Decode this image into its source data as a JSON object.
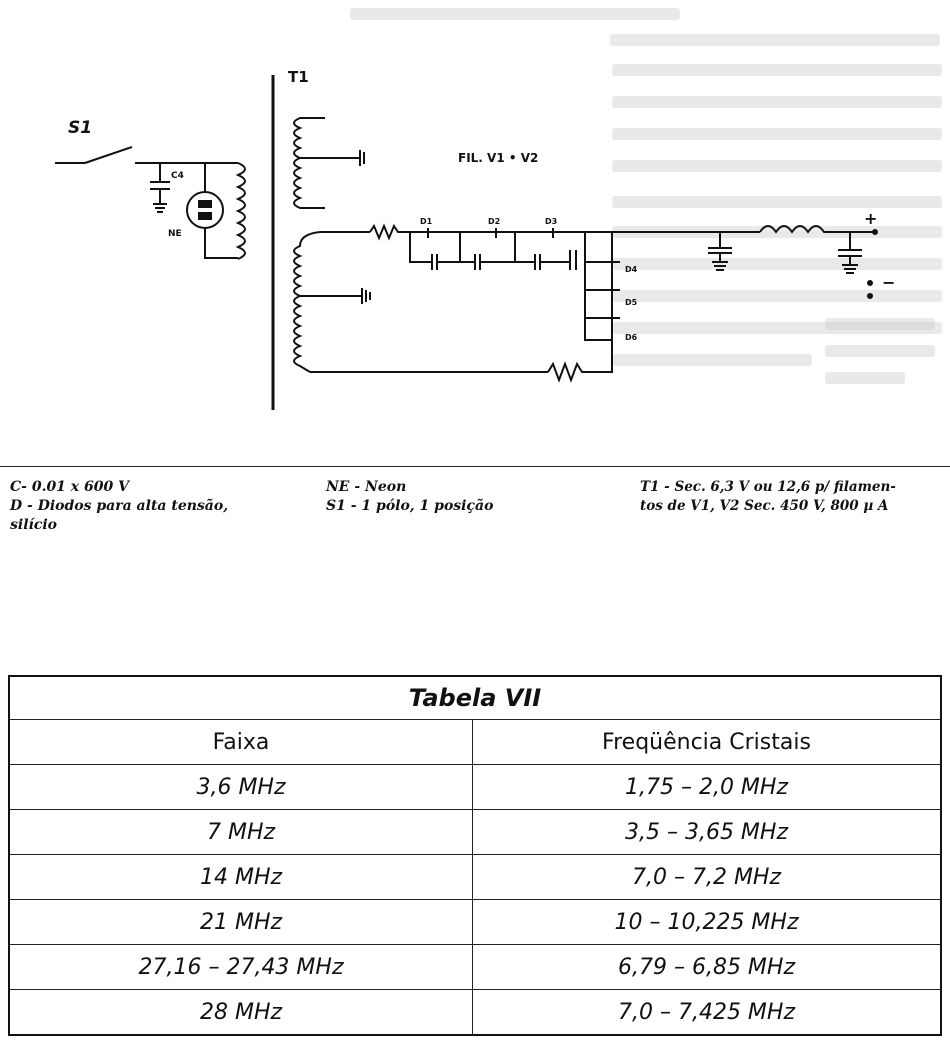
{
  "schematic": {
    "labels": {
      "s1": "S1",
      "t1": "T1",
      "fil": "FIL. V1 • V2",
      "c4": "C4",
      "ne": "NE",
      "d1": "D1",
      "d2": "D2",
      "d3": "D3",
      "d4a": "D4",
      "d5": "D5",
      "d6": "D6",
      "plus": "+",
      "minus": "−"
    }
  },
  "legend": {
    "c": "C- 0.01 x 600 V",
    "d_line1": "D - Diodos para alta tensão,",
    "d_line2": "silício",
    "ne": "NE - Neon",
    "s1": "S1 - 1 pólo, 1 posição",
    "t1_line1": "T1 - Sec. 6,3 V ou 12,6 p/ filamen-",
    "t1_line2": "tos de V1, V2 Sec. 450 V, 800 µ A"
  },
  "table": {
    "title": "Tabela VII",
    "headers": [
      "Faixa",
      "Freqüência Cristais"
    ],
    "rows": [
      [
        "3,6 MHz",
        "1,75 – 2,0 MHz"
      ],
      [
        "7 MHz",
        "3,5 – 3,65 MHz"
      ],
      [
        "14 MHz",
        "7,0 – 7,2 MHz"
      ],
      [
        "21 MHz",
        "10 – 10,225 MHz"
      ],
      [
        "27,16 – 27,43 MHz",
        "6,79 – 6,85 MHz"
      ],
      [
        "28 MHz",
        "7,0 – 7,425 MHz"
      ]
    ]
  }
}
